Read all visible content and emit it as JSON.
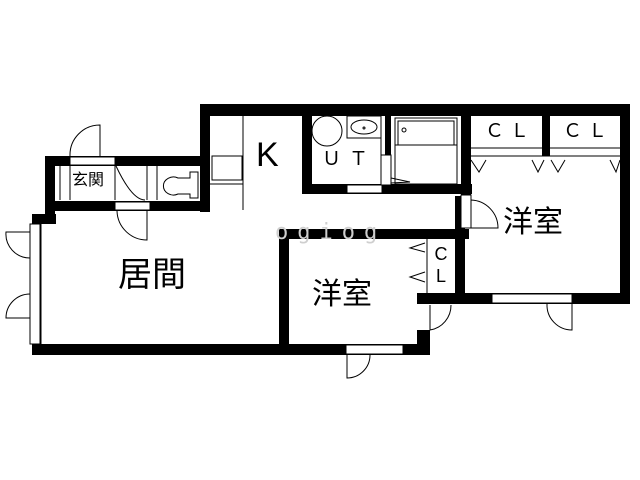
{
  "floor_plan": {
    "rooms": {
      "living": {
        "label": "居間"
      },
      "kitchen": {
        "label": "K"
      },
      "entrance": {
        "label": "玄関"
      },
      "unit_toilet": {
        "label": "ＵＴ"
      },
      "western_room_1": {
        "label": "洋室"
      },
      "western_room_2": {
        "label": "洋室"
      },
      "closet_1": {
        "label": "ＣＬ"
      },
      "closet_2": {
        "label": "ＣＬ"
      },
      "closet_3": {
        "label_line1": "C",
        "label_line2": "L"
      }
    },
    "watermark": "ogiog",
    "colors": {
      "wall": "#000000",
      "background": "#ffffff",
      "line": "#000000"
    }
  }
}
